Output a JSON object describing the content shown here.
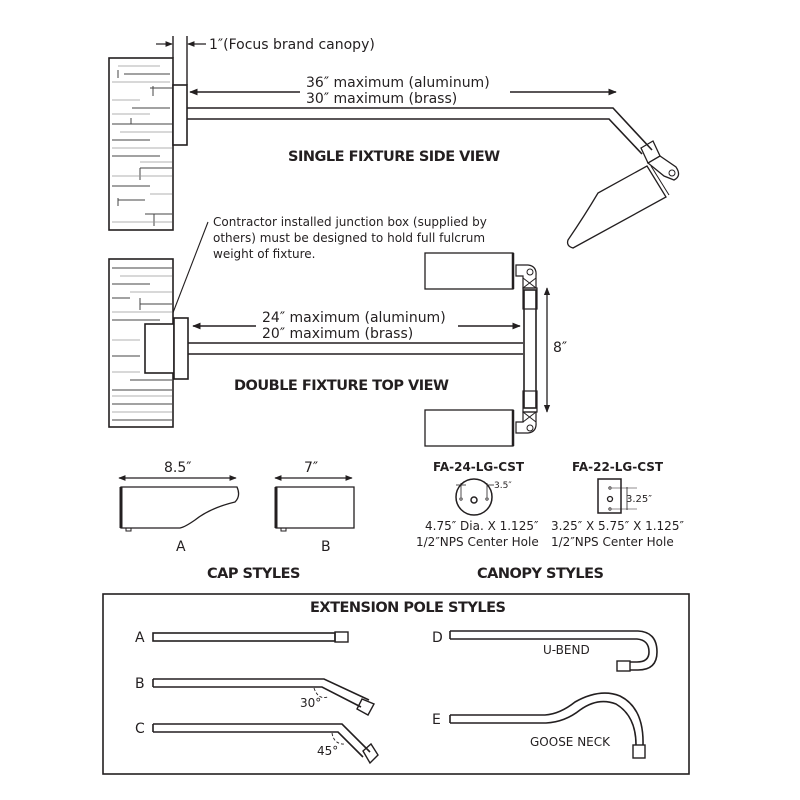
{
  "single_fixture": {
    "title": "SINGLE FIXTURE SIDE VIEW",
    "canopy_note": "1″(Focus brand canopy)",
    "max_aluminum": "36″ maximum (aluminum)",
    "max_brass": "30″ maximum (brass)"
  },
  "junction_note": {
    "line1": "Contractor installed junction box (supplied by",
    "line2": "others) must be designed to hold full fulcrum",
    "line3": "weight of fixture."
  },
  "double_fixture": {
    "title": "DOUBLE FIXTURE TOP VIEW",
    "max_aluminum": "24″ maximum (aluminum)",
    "max_brass": "20″ maximum (brass)",
    "spacing": "8″"
  },
  "cap_styles": {
    "title": "CAP STYLES",
    "items": [
      {
        "label": "A",
        "dimension": "8.5″"
      },
      {
        "label": "B",
        "dimension": "7″"
      }
    ]
  },
  "canopy_styles": {
    "title": "CANOPY STYLES",
    "items": [
      {
        "model": "FA-24-LG-CST",
        "hole_spacing": "3.5″",
        "size": "4.75″ Dia. X 1.125″",
        "hole": "1/2″NPS Center Hole"
      },
      {
        "model": "FA-22-LG-CST",
        "hole_spacing": "3.25″",
        "size": "3.25″ X 5.75″ X 1.125″",
        "hole": "1/2″NPS Center Hole"
      }
    ]
  },
  "extension_poles": {
    "title": "EXTENSION POLE STYLES",
    "items": [
      {
        "label": "A",
        "name": ""
      },
      {
        "label": "B",
        "name": "",
        "angle": "30°"
      },
      {
        "label": "C",
        "name": "",
        "angle": "45°"
      },
      {
        "label": "D",
        "name": "U-BEND"
      },
      {
        "label": "E",
        "name": "GOOSE NECK"
      }
    ]
  }
}
